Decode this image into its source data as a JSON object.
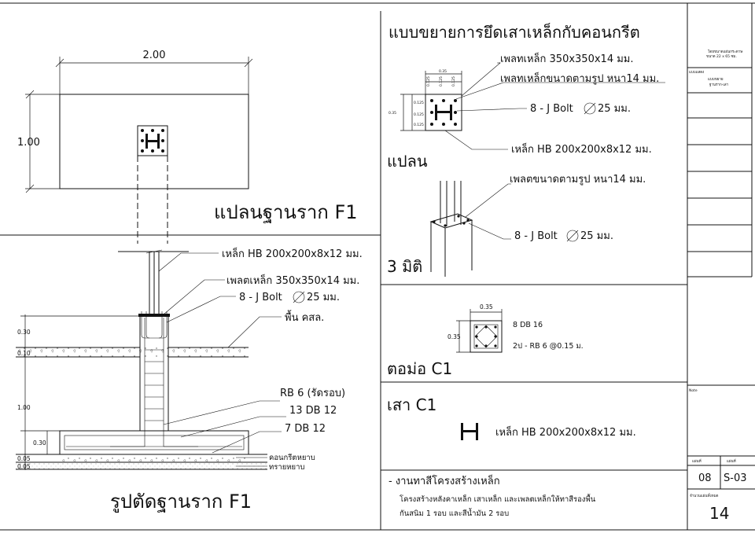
{
  "plan": {
    "title": "แปลนฐานราก F1",
    "dim_width": "2.00",
    "dim_height": "1.00"
  },
  "section": {
    "title": "รูปตัดฐานราก F1",
    "labels": {
      "hb": "เหล็ก HB 200x200x8x12 มม.",
      "plate": "เพลตเหล็ก 350x350x14 มม.",
      "bolt": "8 - J Bolt",
      "bolt_size": "25 มม.",
      "slab": "พื้น คสล.",
      "rb": "RB 6 (รัดรอบ)",
      "db13": "13 DB 12",
      "db7": "7 DB 12",
      "lean": "คอนกรีตหยาบ",
      "sand": "ทรายหยาบ"
    },
    "dims": {
      "d030a": "0.30",
      "d010": "0.10",
      "d100": "1.00",
      "d030b": "0.30",
      "d005a": "0.05",
      "d005b": "0.05"
    }
  },
  "detail": {
    "title": "แบบขยายการยึดเสาเหล็กกับคอนกรีต",
    "plan_label": "แปลน",
    "iso_label": "3 มิติ",
    "labels": {
      "plate": "เพลทเหล็ก 350x350x14 มม.",
      "plate_shape": "เพลทเหล็กขนาดตามรูป หนา14 มม.",
      "bolt": "8 - J Bolt",
      "bolt_size": "25 มม.",
      "hb": "เหล็ก HB 200x200x8x12 มม.",
      "plate_iso": "เพลตขนาดตามรูป หนา14 มม.",
      "bolt_iso": "8 - J Bolt",
      "bolt_iso_size": "25 มม."
    },
    "dims": {
      "top": "0.35",
      "left": "0.35",
      "sub1": "0.125",
      "sub2": "0.125",
      "sub3": "0.125"
    }
  },
  "tie_beam": {
    "title": "ตอม่อ C1",
    "dim_top": "0.35",
    "dim_left": "0.35",
    "main_bar": "8 DB 16",
    "stirrup": "2ป - RB 6 @0.15 ม."
  },
  "column": {
    "title": "เสา C1",
    "label": "เหล็ก HB 200x200x8x12 มม."
  },
  "notes": {
    "heading": "- งานทาสีโครงสร้างเหล็ก",
    "line1": "โครงสร้างหลังคาเหล็ก เสาเหล็ก และเพลตเหล็กให้ทาสีรองพื้น",
    "line2": "กันสนิม 1 รอบ และสีน้ำมัน 2 รอบ"
  },
  "title_block": {
    "paper_a": "โดยขนาดแผ่นกระดาษ",
    "paper_b": "ขนาด 22 x 65 ซม.",
    "drawing_label": "แบบแสดง",
    "drawing_a": "แบบขยาย",
    "drawing_b": "ฐานราก-เสา",
    "note": "Note",
    "sheet_no_label": "แผ่นที่",
    "sheet_code_label": "แผ่นที่",
    "sheet_no": "08",
    "sheet_code": "S-03",
    "total_label": "จำนวนแผ่นทั้งหมด",
    "total": "14"
  }
}
